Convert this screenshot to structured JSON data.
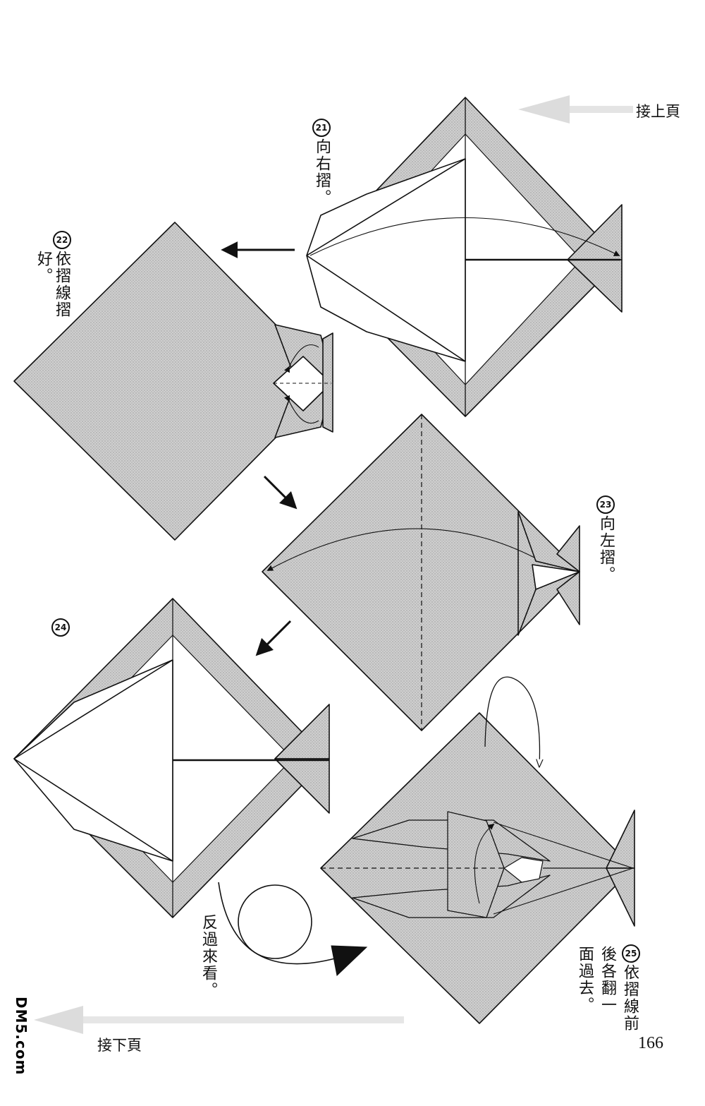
{
  "navigation": {
    "continued_from": "接上頁",
    "continued_to": "接下頁",
    "page_number": "166"
  },
  "steps": [
    {
      "number": "21",
      "instruction": "向右摺。"
    },
    {
      "number": "22",
      "instruction": "依摺線摺好。"
    },
    {
      "number": "23",
      "instruction": "向左摺。"
    },
    {
      "number": "24",
      "instruction": ""
    },
    {
      "number": "25",
      "instruction_lines": [
        "依摺線前",
        "後各翻一",
        "面過去。"
      ]
    }
  ],
  "flip_caption": "反過來看。",
  "watermark": "DM5.com",
  "colors": {
    "shade": "#c9c9c9",
    "line": "#111111",
    "paper": "#ffffff",
    "arrow_light": "#dddddd"
  }
}
